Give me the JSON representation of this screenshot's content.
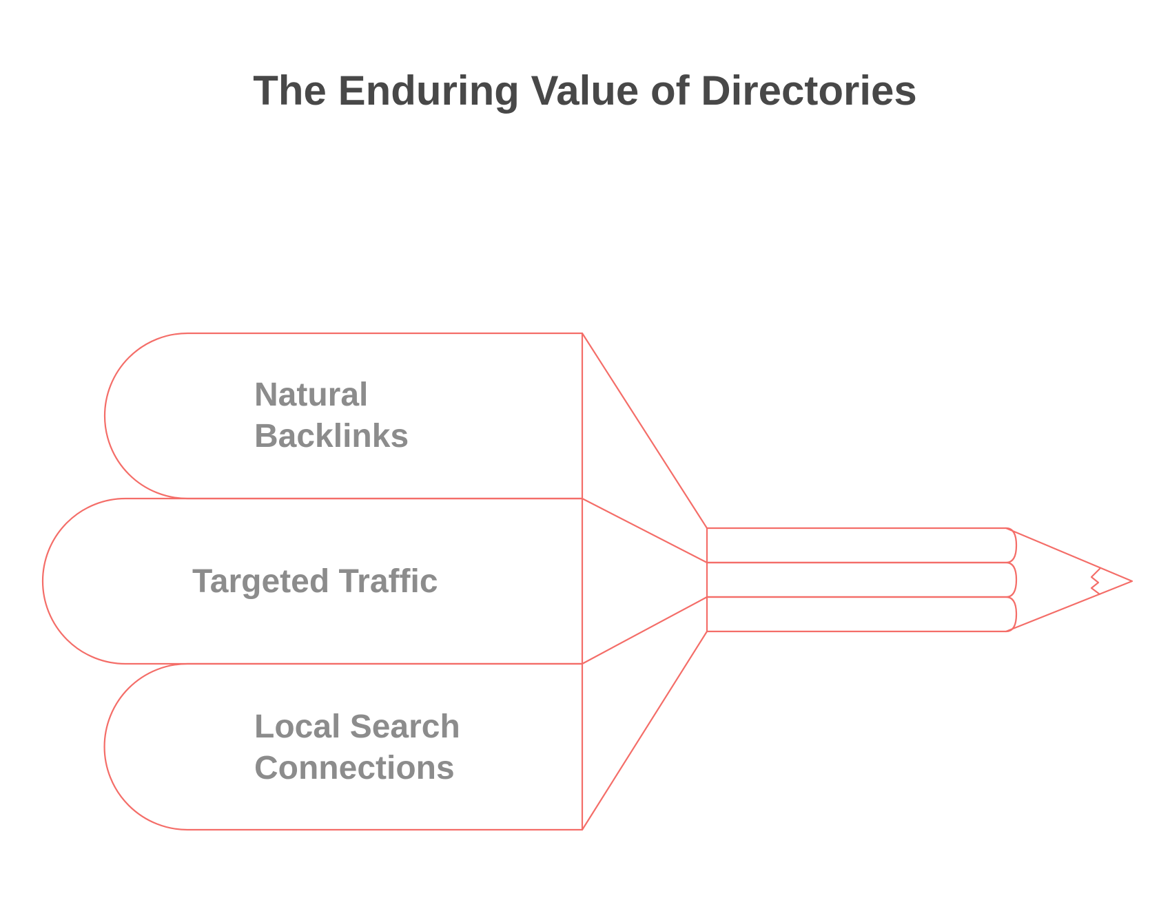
{
  "title": "The Enduring Value of Directories",
  "stroke_color": "#f46d68",
  "title_color": "#484848",
  "label_color": "#8c8c8c",
  "items": [
    {
      "line1": "Natural",
      "line2": "Backlinks"
    },
    {
      "line1": "Targeted Traffic"
    },
    {
      "line1": "Local Search",
      "line2": "Connections"
    }
  ],
  "icon": "pencil-icon"
}
